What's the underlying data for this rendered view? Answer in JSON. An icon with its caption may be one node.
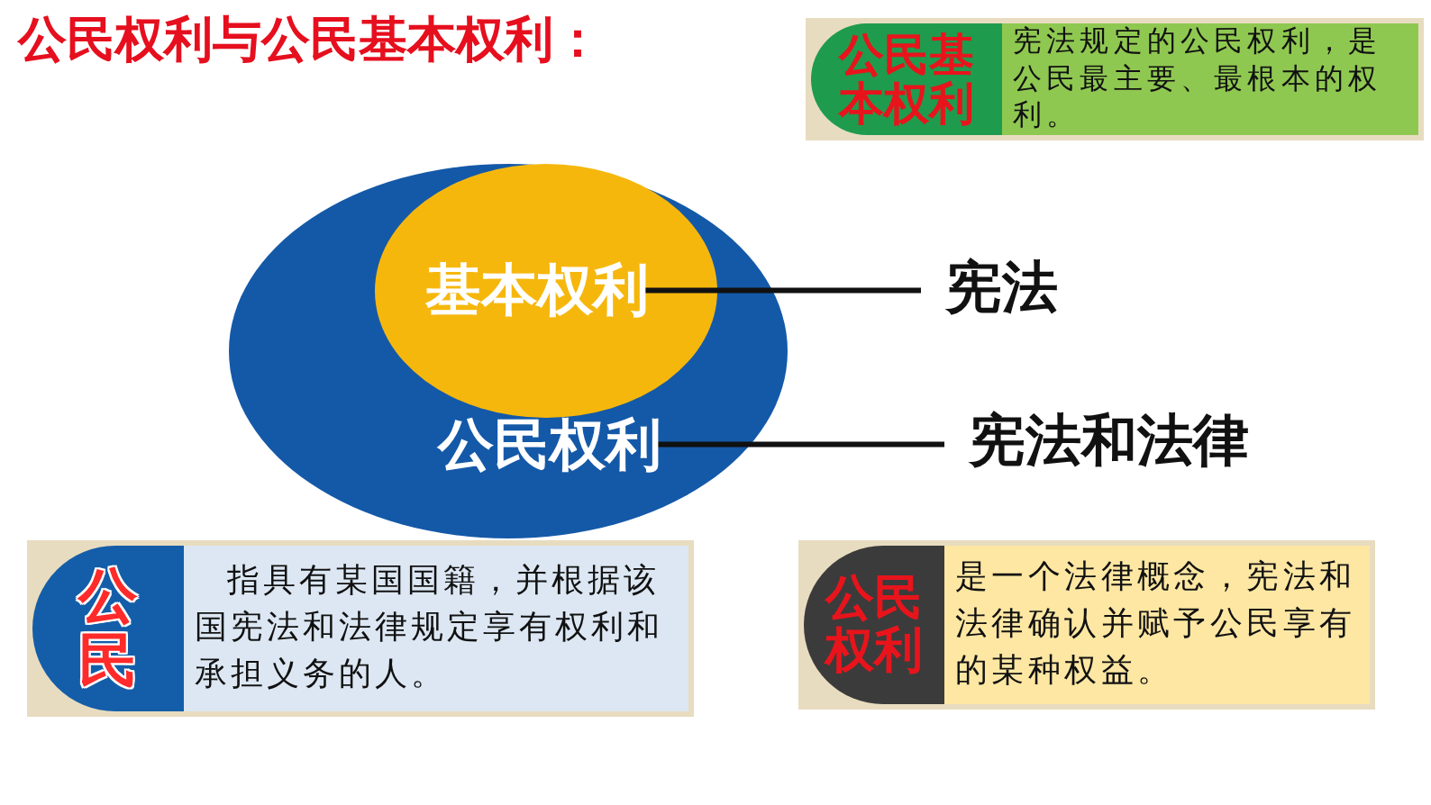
{
  "diagram": {
    "title": "公民权利与公民基本权利：",
    "nodes": [
      {
        "text": [
          "公民基本权利",
          "宪法规定的公民权利，是公民最主要、最根本的权利。"
        ]
      },
      {
        "text": [
          "公民权利"
        ]
      },
      {
        "text": [
          "基本权利"
        ],
        "in": 1
      },
      {
        "text": [
          "宪法"
        ]
      },
      {
        "text": [
          "宪法和法律"
        ]
      },
      {
        "text": [
          "公民",
          "指具有某国国籍，并根据该国宪法和法律规定享有权利和承担义务的人。"
        ]
      },
      {
        "text": [
          "公民权利",
          "是一个法律概念，宪法和法律确认并赋予公民享有的某种权益。"
        ]
      }
    ],
    "edges": [
      {
        "from": 2,
        "to": 3,
        "arrow": "none"
      },
      {
        "from": 1,
        "to": 4,
        "arrow": "none"
      }
    ]
  }
}
